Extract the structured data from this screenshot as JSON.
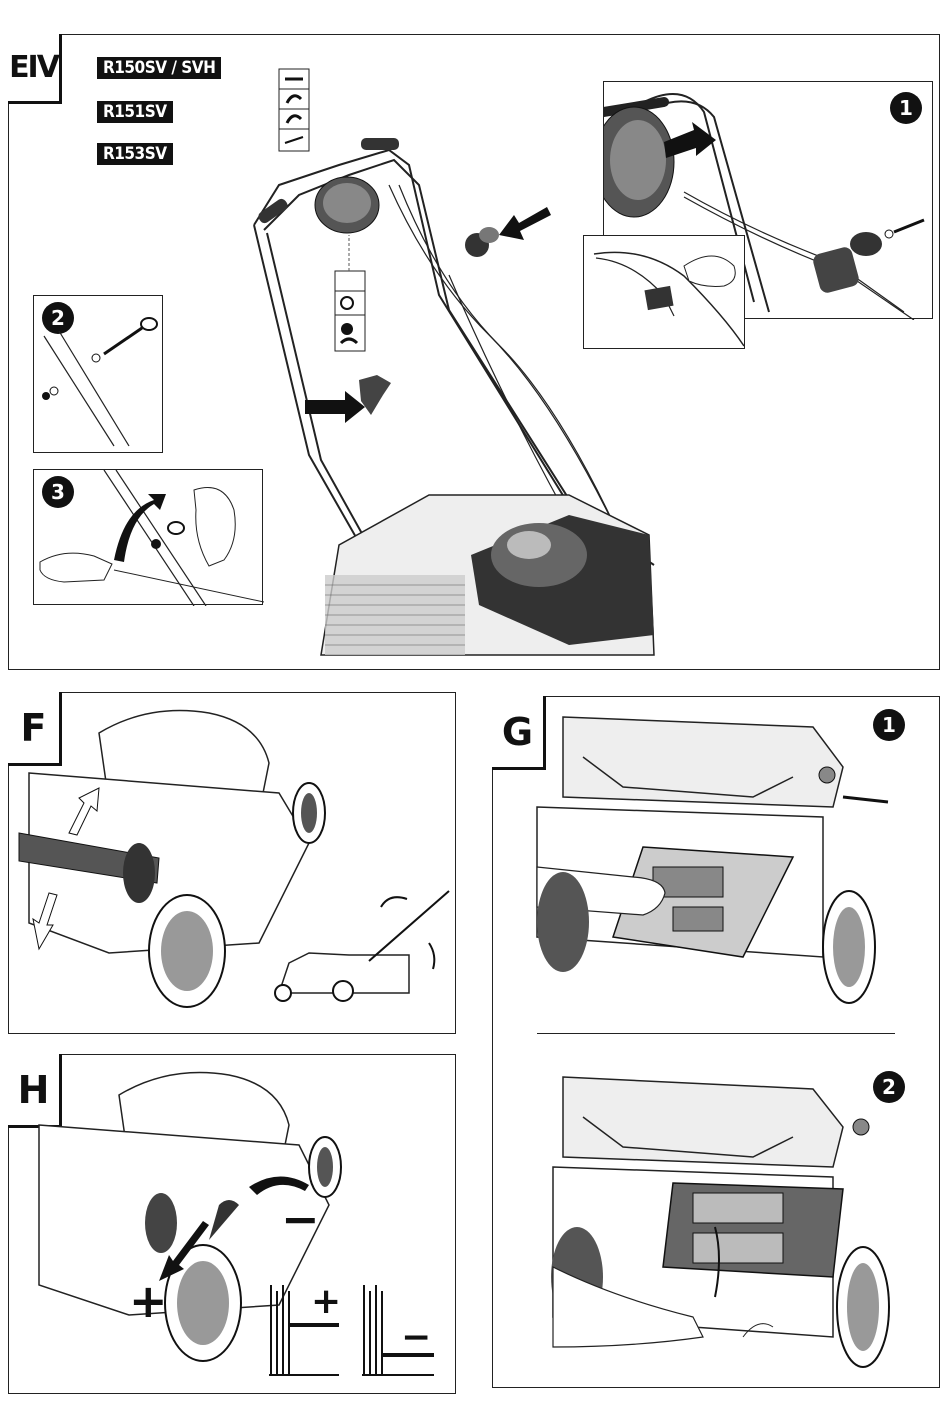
{
  "panels": {
    "e4": {
      "label": "EIV",
      "models": [
        "R150SV / SVH",
        "R151SV",
        "R153SV"
      ],
      "steps": [
        "1",
        "2",
        "3"
      ]
    },
    "f": {
      "label": "F"
    },
    "g": {
      "label": "G",
      "steps": [
        "1",
        "2"
      ]
    },
    "h": {
      "label": "H",
      "plus": "+",
      "minus": "−",
      "plus_small": "+",
      "minus_small": "−"
    }
  },
  "icons": [
    "handle-height-icon",
    "blade-brake-icon",
    "cable-icon",
    "grass-bag-icon",
    "height-lever-icon",
    "arrow-icon"
  ]
}
